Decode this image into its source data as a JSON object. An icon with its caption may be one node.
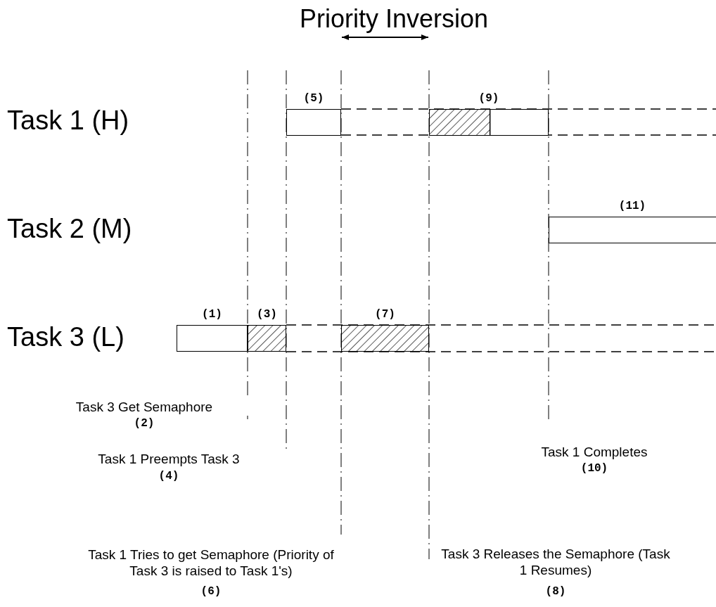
{
  "diagram": {
    "title": "Priority Inversion",
    "nodes": [
      {
        "text": [
          "(5)"
        ]
      },
      {
        "text": [
          "(9)"
        ]
      },
      {
        "text": [
          "(11)"
        ]
      },
      {
        "text": [
          "(1)"
        ]
      },
      {
        "text": [
          "(3)"
        ]
      },
      {
        "text": [
          "(7)"
        ]
      }
    ],
    "edges": [],
    "labels": [
      "Task 1 (H)",
      "Task 2 (M)",
      "Task 3 (L)",
      "Task 3 Get Semaphore",
      "(2)",
      "Task 1 Preempts Task 3",
      "(4)",
      "Task 1 Completes",
      "(10)",
      "Task 1 Tries to get Semaphore (Priority of Task 3 is raised to Task 1's)",
      "(6)",
      "Task 3 Releases the Semaphore (Task 1 Resumes)",
      "(8)"
    ]
  }
}
